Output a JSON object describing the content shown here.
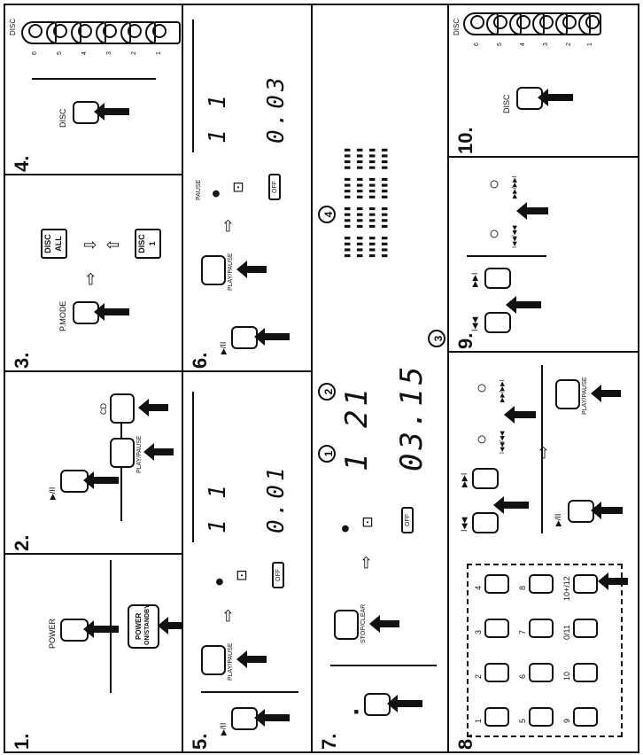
{
  "panels": {
    "p1": {
      "number": "1.",
      "power_label": "POWER",
      "standby_line1": "POWER",
      "standby_line2": "ON/STANDBY"
    },
    "p2": {
      "number": "2.",
      "cd_label": "CD",
      "play_label": "▶/II",
      "playpause_label": "PLAY/PAUSE"
    },
    "p3": {
      "number": "3.",
      "pmode_label": "P.MODE",
      "disc_all_line1": "DISC",
      "disc_all_line2": "ALL",
      "disc1_line1": "DISC",
      "disc1_line2": "1"
    },
    "p4": {
      "number": "4.",
      "disc_button_label": "DISC",
      "disc_tray_label": "DISC",
      "slots": [
        "6",
        "5",
        "4",
        "3",
        "2",
        "1"
      ]
    },
    "p5": {
      "number": "5.",
      "play_label": "▶/II",
      "playpause_label": "PLAY/PAUSE",
      "display_row1": "1  1",
      "display_row2": "0.01",
      "off_label": "OFF"
    },
    "p6": {
      "number": "6.",
      "play_label": "▶/II",
      "playpause_label": "PLAY/PAUSE",
      "pause_label": "PAUSE",
      "display_row1": "1  1",
      "display_row2": "0.03",
      "off_label": "OFF"
    },
    "p7": {
      "number": "7.",
      "stop_label": "STOP/CLEAR",
      "display_track": "1  21",
      "display_time": "03.15",
      "callouts": [
        "1",
        "2",
        "3",
        "4"
      ],
      "off_label": "OFF"
    },
    "p8": {
      "number": "8.",
      "keys": [
        "1",
        "2",
        "3",
        "4",
        "5",
        "6",
        "7",
        "8",
        "9",
        "10",
        "0/11",
        "10+/12"
      ],
      "skip_back": "I◀◀",
      "skip_fwd": "▶▶I",
      "search_back": "I◀◀/◀◀",
      "search_fwd": "▶▶/▶▶I",
      "playpause_label": "PLAY/PAUSE",
      "play_label": "▶/II"
    },
    "p9": {
      "number": "9.",
      "skip_back": "I◀◀",
      "skip_fwd": "▶▶I",
      "search_back": "I◀◀/◀◀",
      "search_fwd": "▶▶/▶▶I"
    },
    "p10": {
      "number": "10.",
      "disc_button_label": "DISC",
      "disc_tray_label": "DISC",
      "slots": [
        "6",
        "5",
        "4",
        "3",
        "2",
        "1"
      ]
    }
  }
}
